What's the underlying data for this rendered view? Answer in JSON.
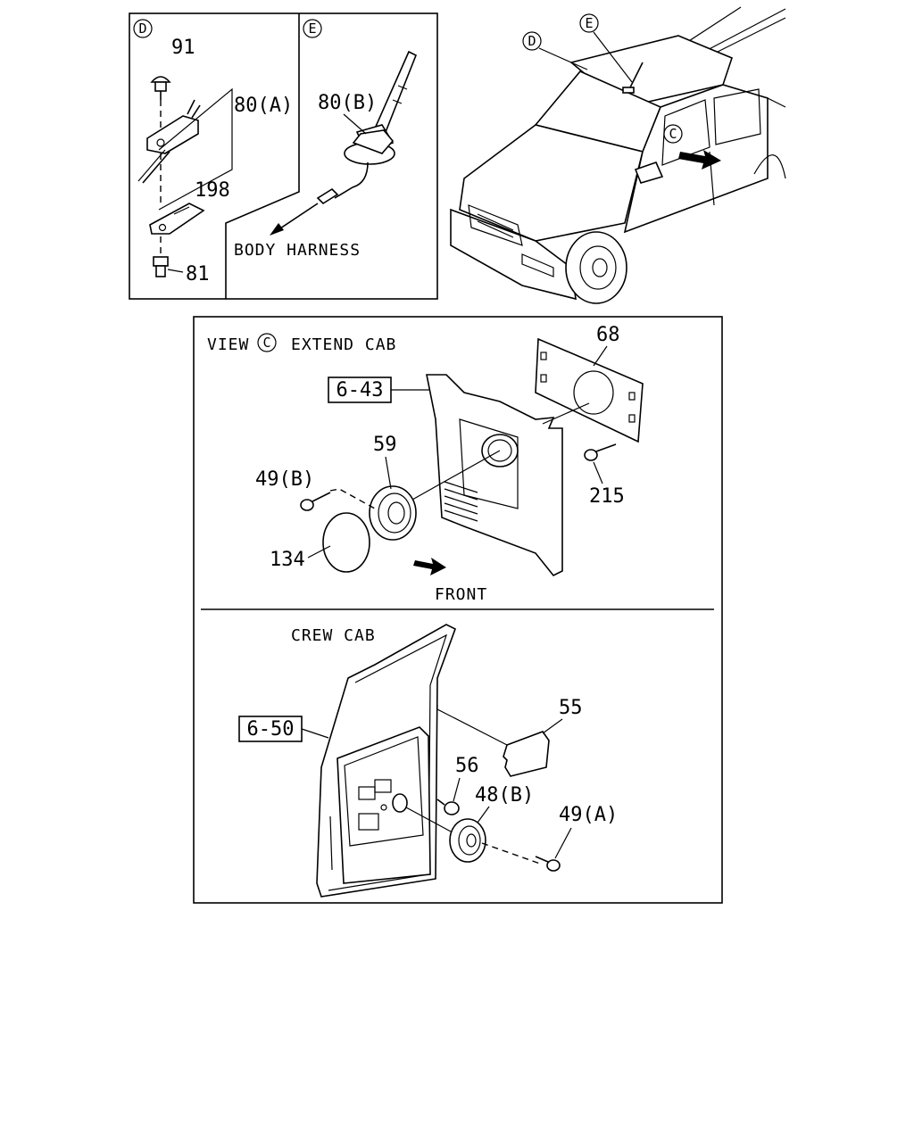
{
  "callouts": {
    "detail_d": "D",
    "detail_e": "E",
    "view_c": "C",
    "truck_d": "D",
    "truck_e": "E",
    "truck_c": "C"
  },
  "detail_d": {
    "part_91": "91",
    "part_80a": "80(A)",
    "part_198": "198",
    "part_81": "81"
  },
  "detail_e": {
    "part_80b": "80(B)",
    "body_harness": "BODY HARNESS"
  },
  "extend_cab": {
    "view_prefix": "VIEW",
    "title": "EXTEND CAB",
    "ref_box": "6-43",
    "part_68": "68",
    "part_59": "59",
    "part_49b": "49(B)",
    "part_215": "215",
    "part_134": "134",
    "front": "FRONT"
  },
  "crew_cab": {
    "title": "CREW CAB",
    "ref_box": "6-50",
    "part_55": "55",
    "part_56": "56",
    "part_48b": "48(B)",
    "part_49a": "49(A)"
  }
}
